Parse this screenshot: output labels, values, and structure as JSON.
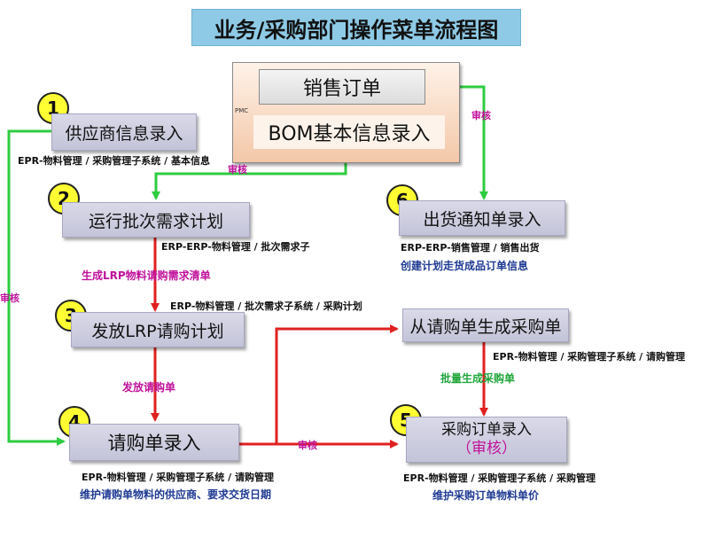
{
  "title": "业务/采购部门操作菜单流程图",
  "pmc": {
    "label": "PMC",
    "order": "销售订单",
    "bom": "BOM基本信息录入"
  },
  "steps": [
    {
      "num": "1",
      "label": "供应商信息录入",
      "path": "EPR-物料管理 / 采购管理子系统 / 基本信息"
    },
    {
      "num": "2",
      "label": "运行批次需求计划",
      "path": "ERP-ERP-物料管理 / 批次需求子"
    },
    {
      "num": "3",
      "label": "发放LRP请购计划",
      "path": "ERP-物料管理 / 批次需求子系统 / 采购计划"
    },
    {
      "num": "4",
      "label": "请购单录入",
      "path": "EPR-物料管理 / 采购管理子系统 / 请购管理",
      "note": "维护请购单物料的供应商、要求交货日期"
    },
    {
      "num": "5",
      "label": "采购订单录入",
      "sublabel": "（审核）",
      "path": "EPR-物料管理 / 采购管理子系统 / 采购管理",
      "note": "维护采购订单物料单价"
    },
    {
      "num": "6",
      "label": "出货通知单录入",
      "path": "ERP-ERP-销售管理 / 销售出货",
      "note": "创建计划走货成品订单信息"
    }
  ],
  "gen_po": {
    "label": "从请购单生成采购单",
    "path": "EPR-物料管理 / 采购管理子系统 / 请购管理",
    "action": "批量生成采购单"
  },
  "edges": {
    "audit": "审核",
    "gen_lrp": "生成LRP物料请购需求清单",
    "issue_pr": "发放请购单"
  },
  "colors": {
    "green": "#2ecc40",
    "red": "#e02020",
    "purple": "#c0129b",
    "blue": "#1f3a93"
  }
}
